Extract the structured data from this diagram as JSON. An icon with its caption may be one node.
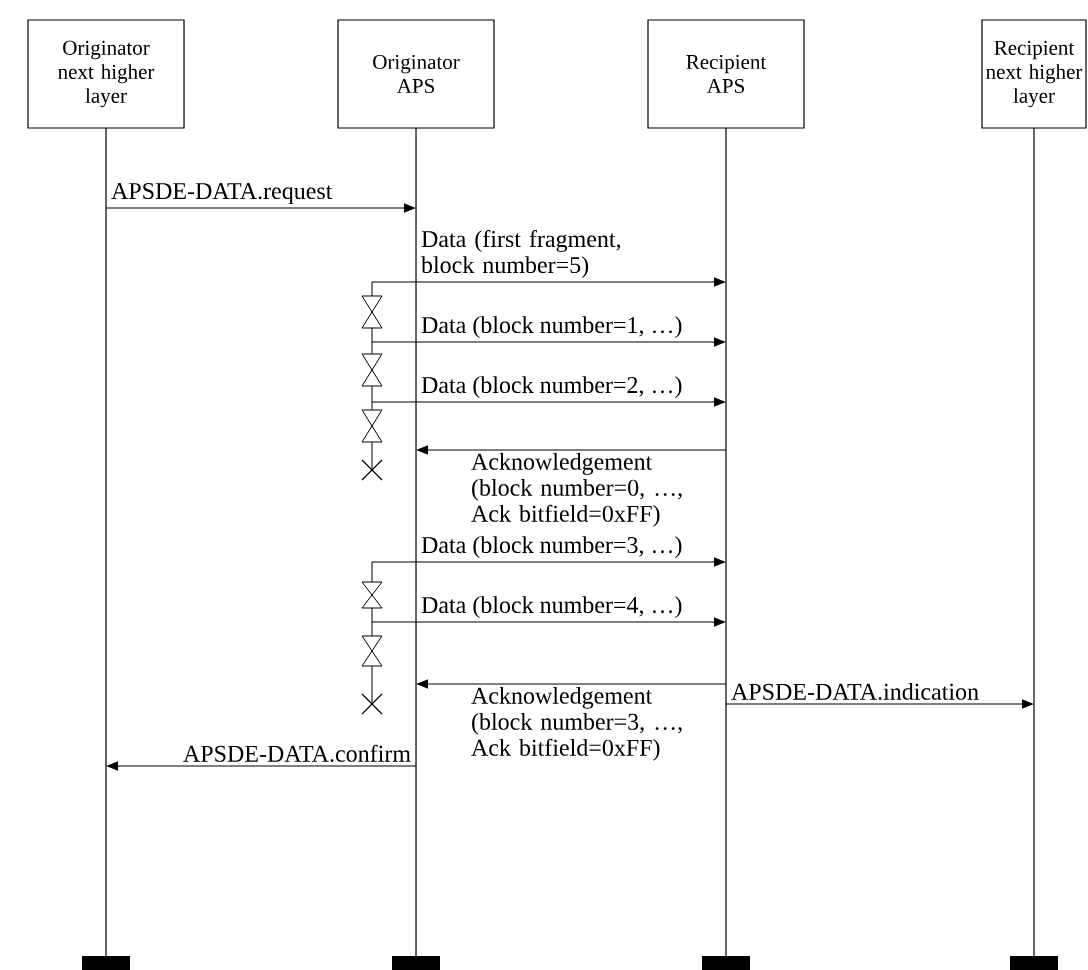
{
  "diagram": {
    "nodes": [
      {
        "text": [
          "Originator next higher layer"
        ]
      },
      {
        "text": [
          "Originator APS"
        ]
      },
      {
        "text": [
          "Recipient APS"
        ]
      },
      {
        "text": [
          "Recipient next higher layer"
        ]
      }
    ],
    "edges": [
      {
        "from": 0,
        "to": 1,
        "arrow": "to",
        "label": "APSDE-DATA.request"
      },
      {
        "from": 1,
        "to": 2,
        "arrow": "to",
        "label": "Data (first fragment, block number=5)"
      },
      {
        "from": 1,
        "to": 2,
        "arrow": "to",
        "label": "Data (block number=1, …)"
      },
      {
        "from": 1,
        "to": 2,
        "arrow": "to",
        "label": "Data (block number=2, …)"
      },
      {
        "from": 2,
        "to": 1,
        "arrow": "to",
        "label": "Acknowledgement (block number=0, …, Ack bitfield=0xFF)"
      },
      {
        "from": 1,
        "to": 2,
        "arrow": "to",
        "label": "Data (block number=3, …)"
      },
      {
        "from": 1,
        "to": 2,
        "arrow": "to",
        "label": "Data (block number=4, …)"
      },
      {
        "from": 2,
        "to": 1,
        "arrow": "to",
        "label": "Acknowledgement (block number=3, …, Ack bitfield=0xFF)"
      },
      {
        "from": 2,
        "to": 3,
        "arrow": "to",
        "label": "APSDE-DATA.indication"
      },
      {
        "from": 1,
        "to": 0,
        "arrow": "to",
        "label": "APSDE-DATA.confirm"
      }
    ]
  }
}
